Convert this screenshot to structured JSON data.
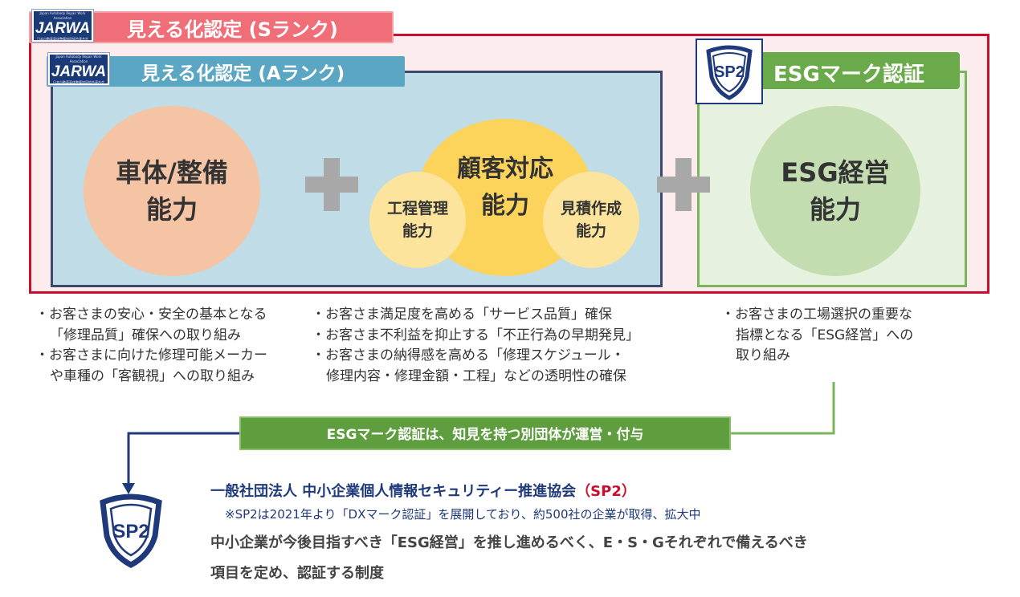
{
  "s_rank": {
    "label": "見える化認定 (Sランク)"
  },
  "a_rank": {
    "label": "見える化認定 (Aランク)"
  },
  "jarwa": {
    "name": "JARWA",
    "org_en": "Japan Autobody Repair Work Association",
    "org_ja": "日本自動車車体整備協同組合連合会"
  },
  "esg_mark": {
    "label": "ESGマーク認証"
  },
  "sp2_logo_text": "SP2",
  "circles": {
    "body": [
      "車体/整備",
      "能力"
    ],
    "customer": [
      "顧客対応",
      "能力"
    ],
    "process": [
      "工程管理",
      "能力"
    ],
    "estimate": [
      "見積作成",
      "能力"
    ],
    "esg": [
      "ESG経営",
      "能力"
    ]
  },
  "bullets": {
    "col1": [
      {
        "line1": "・お客さまの安心・安全の基本となる",
        "line2": "「修理品質」確保への取り組み"
      },
      {
        "line1": "・お客さまに向けた修理可能メーカー",
        "line2": "や車種の「客観視」への取り組み"
      }
    ],
    "col2": [
      {
        "line1": "・お客さま満足度を高める「サービス品質」確保"
      },
      {
        "line1": "・お客さま不利益を抑止する「不正行為の早期発見」"
      },
      {
        "line1": "・お客さまの納得感を高める「修理スケジュール・",
        "line2": "修理内容・修理金額・工程」などの透明性の確保"
      }
    ],
    "col3": [
      {
        "line1": "・お客さまの工場選択の重要な",
        "line2": "指標となる「ESG経営」への",
        "line3": "取り組み"
      }
    ]
  },
  "esg_note_bar": "ESGマーク認証は、知見を持つ別団体が運営・付与",
  "org": {
    "title": "一般社団法人 中小企業個人情報セキュリティー推進協会",
    "abbr": "（SP2）",
    "note": "※SP2は2021年より「DXマーク認証」を展開しており、約500社の企業が取得、拡大中",
    "desc_line1": "中小企業が今後目指すべき「ESG経営」を推し進めるべく、E・S・Gそれぞれで備えるべき",
    "desc_line2": "項目を定め、認証する制度"
  },
  "colors": {
    "s_rank_border": "#c8102e",
    "s_rank_banner": "#f06e78",
    "a_rank_banner": "#5ba7c3",
    "a_rank_fill": "#bfdce7",
    "esg_green": "#6aaa4a",
    "navy": "#1f3a7a"
  }
}
